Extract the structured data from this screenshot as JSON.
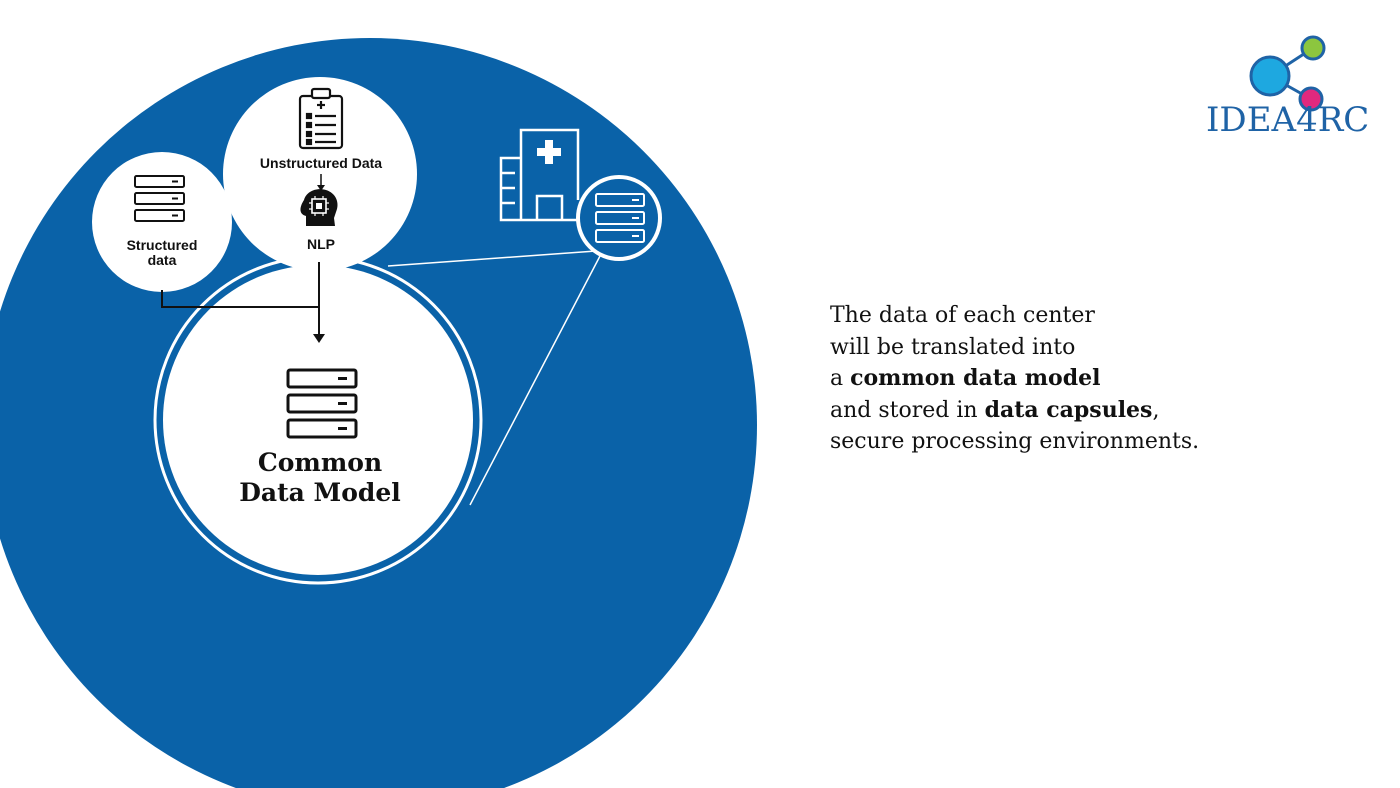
{
  "diagram": {
    "structured": {
      "line1": "Structured",
      "line2": "data"
    },
    "unstructured": {
      "label": "Unstructured Data"
    },
    "nlp": {
      "label": "NLP"
    },
    "cdm": {
      "line1": "Common",
      "line2": "Data Model"
    }
  },
  "description": {
    "line1": "The data of each center",
    "line2": "will be translated into",
    "line3_pre": "a ",
    "line3_bold": "common data model",
    "line4_pre": "and stored in ",
    "line4_bold": "data capsules",
    "line4_post": ",",
    "line5": "secure processing environments."
  },
  "logo": {
    "text": "IDEA4RC",
    "colors": {
      "blue": "#1f63a6",
      "cyan": "#1ea8e0",
      "green": "#8cc63f",
      "magenta": "#e0297e"
    }
  },
  "colors": {
    "bg_blue": "#0a62a8",
    "white": "#ffffff",
    "ink": "#111111"
  },
  "icons": [
    "server-icon",
    "clipboard-icon",
    "ai-head-icon",
    "hospital-icon",
    "arrow-down-icon"
  ]
}
